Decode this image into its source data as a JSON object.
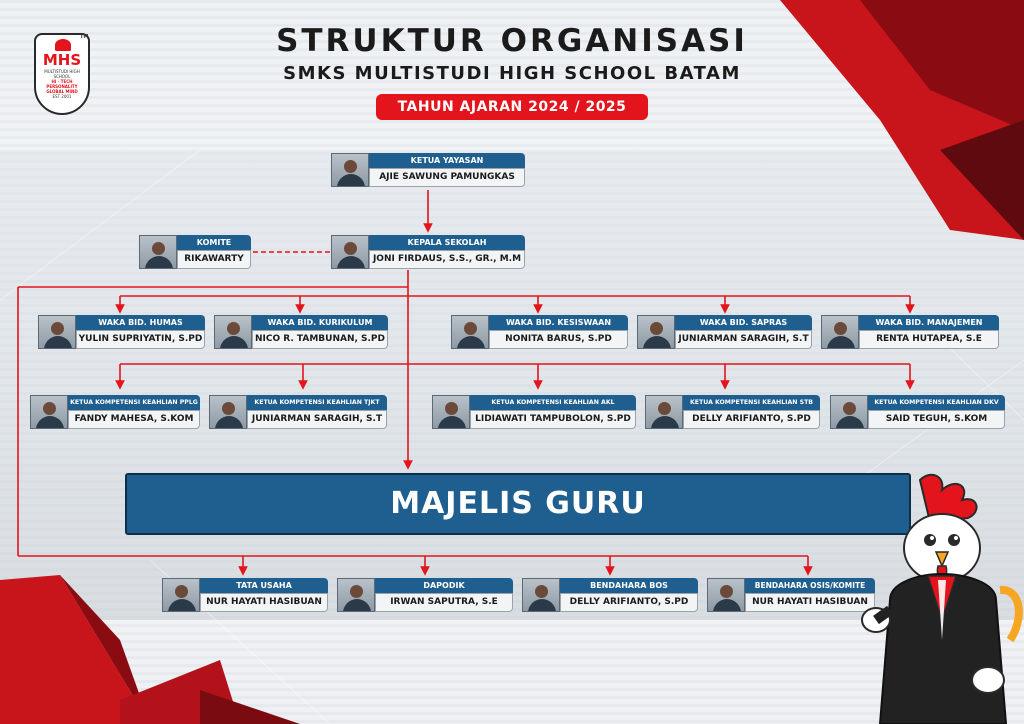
{
  "header": {
    "title": "STRUKTUR ORGANISASI",
    "subtitle": "SMKS MULTISTUDI HIGH SCHOOL BATAM",
    "year": "TAHUN AJARAN 2024 / 2025"
  },
  "logo": {
    "mark": "MHS",
    "line1": "MULTISTUDI HIGH SCHOOL",
    "line2": "HI - TECH",
    "line3": "PERSONALITY",
    "line4": "GLOBAL MIND",
    "line5": "EST 2001",
    "tm": "TM"
  },
  "nodes": {
    "ketua_yayasan": {
      "role": "KETUA YAYASAN",
      "name": "AJIE SAWUNG PAMUNGKAS"
    },
    "komite": {
      "role": "KOMITE",
      "name": "RIKAWARTY"
    },
    "kepala_sekolah": {
      "role": "KEPALA SEKOLAH",
      "name": "JONI FIRDAUS, S.S., GR., M.M"
    },
    "waka_humas": {
      "role": "WAKA BID. HUMAS",
      "name": "YULIN SUPRIYATIN, S.PD"
    },
    "waka_kurikulum": {
      "role": "WAKA BID. KURIKULUM",
      "name": "NICO R. TAMBUNAN, S.PD"
    },
    "waka_kesiswaan": {
      "role": "WAKA BID. KESISWAAN",
      "name": "NONITA BARUS, S.PD"
    },
    "waka_sapras": {
      "role": "WAKA BID. SAPRAS",
      "name": "JUNIARMAN SARAGIH, S.T"
    },
    "waka_manajemen": {
      "role": "WAKA BID. MANAJEMEN",
      "name": "RENTA HUTAPEA, S.E"
    },
    "kk_pplg": {
      "role": "KETUA KOMPETENSI KEAHLIAN PPLG",
      "name": "FANDY MAHESA, S.KOM"
    },
    "kk_tjkt": {
      "role": "KETUA KOMPETENSI KEAHLIAN TJKT",
      "name": "JUNIARMAN SARAGIH, S.T"
    },
    "kk_akl": {
      "role": "KETUA KOMPETENSI KEAHLIAN AKL",
      "name": "LIDIAWATI TAMPUBOLON, S.PD"
    },
    "kk_stb": {
      "role": "KETUA KOMPETENSI KEAHLIAN STB",
      "name": "DELLY ARIFIANTO, S.PD"
    },
    "kk_dkv": {
      "role": "KETUA KOMPETENSI KEAHLIAN DKV",
      "name": "SAID TEGUH, S.KOM"
    },
    "tata_usaha": {
      "role": "TATA USAHA",
      "name": "NUR HAYATI HASIBUAN"
    },
    "dapodik": {
      "role": "DAPODIK",
      "name": "IRWAN SAPUTRA, S.E"
    },
    "bendahara_bos": {
      "role": "BENDAHARA BOS",
      "name": "DELLY ARIFIANTO, S.PD"
    },
    "bendahara_osis": {
      "role": "BENDAHARA OSIS/KOMITE",
      "name": "NUR HAYATI HASIBUAN"
    }
  },
  "majelis": "MAJELIS GURU",
  "colors": {
    "accent": "#e3141b",
    "box_blue": "#1f5f8f",
    "box_border": "#0e2f4a"
  },
  "icons": [
    "photo-placeholder-icon",
    "rooster-mascot-icon",
    "school-shield-logo-icon"
  ]
}
